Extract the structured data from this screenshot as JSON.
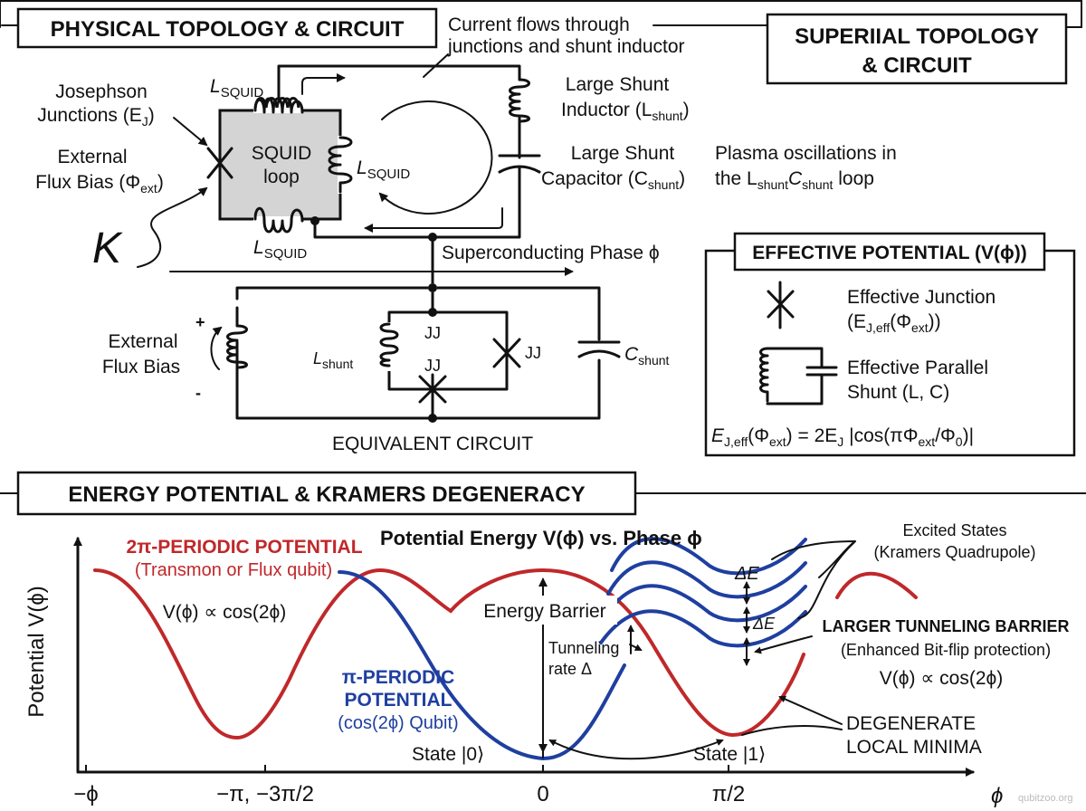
{
  "colors": {
    "red_curve": "#c0282a",
    "blue_curve": "#1f3fa0",
    "squid_fill": "#d4d4d4",
    "ink": "#111111"
  },
  "sections": {
    "physical": {
      "title": "PHYSICAL TOPOLOGY & CIRCUIT"
    },
    "superial": {
      "title_line1": "SUPERIIAL TOPOLOGY",
      "title_line2": "& CIRCUIT"
    },
    "effective": {
      "title": "EFFECTIVE POTENTIAL (V(ϕ))"
    },
    "energy": {
      "title": "ENERGY POTENTIAL & KRAMERS DEGENERACY"
    }
  },
  "physical": {
    "current_note_line1": "Current flows through",
    "current_note_line2": "junctions and shunt inductor",
    "jj_label_line1": "Josephson",
    "jj_label_line2": "Junctions (E",
    "jj_label_sub": "J",
    "jj_label_end": ")",
    "flux_label_line1": "External",
    "flux_label_line2": "Flux Bias (Φ",
    "flux_label_sub": "ext",
    "flux_label_end": ")",
    "squid_text_line1": "SQUID",
    "squid_text_line2": "loop",
    "l_squid": "L",
    "l_squid_sub": "SQUID",
    "shunt_inductor_line1": "Large Shunt",
    "shunt_inductor_line2": "Inductor (L",
    "shunt_inductor_sub": "shunt",
    "shunt_inductor_end": ")",
    "shunt_cap_line1": "Large Shunt",
    "shunt_cap_line2": "Capacitor (C",
    "shunt_cap_sub": "shunt",
    "shunt_cap_end": ")",
    "plasma_line1": "Plasma oscillations in",
    "plasma_line2_a": "the L",
    "plasma_line2_sub1": "shunt",
    "plasma_line2_b": "C",
    "plasma_line2_sub2": "shunt",
    "plasma_line2_c": " loop",
    "handwriting": "K",
    "phase_label": "Superconducting Phase ϕ"
  },
  "equivalent": {
    "title": "EQUIVALENT CIRCUIT",
    "flux_line1": "External",
    "flux_line2": "Flux Bias",
    "plus": "+",
    "minus": "-",
    "l_shunt": "L",
    "l_shunt_sub": "shunt",
    "c_shunt": "C",
    "c_shunt_sub": "shunt",
    "jj_top": "JJ",
    "jj_right": "JJ",
    "jj_bottom": "JJ"
  },
  "effective": {
    "junction_line1": "Effective Junction",
    "junction_line2": "(E",
    "junction_sub": "J,eff",
    "junction_end": "(Φ",
    "junction_sub2": "ext",
    "junction_end2": "))",
    "shunt_line1": "Effective Parallel",
    "shunt_line2": "Shunt (L, C)",
    "formula_a": "E",
    "formula_sub1": "J,eff",
    "formula_b": "(Φ",
    "formula_sub2": "ext",
    "formula_c": ") = 2E",
    "formula_sub3": "J",
    "formula_d": " |cos(πΦ",
    "formula_sub4": "ext",
    "formula_e": "/Φ",
    "formula_sub5": "0",
    "formula_f": ")|"
  },
  "chart_data": {
    "type": "line",
    "title": "Potential Energy V(ϕ) vs. Phase ϕ",
    "xlabel": "ϕ",
    "ylabel": "Potential V(ϕ)",
    "x_ticks": [
      "−ϕ",
      "−π, −3π/2",
      "0",
      "π/2"
    ],
    "series": [
      {
        "name": "2π-PERIODIC POTENTIAL",
        "subtitle": "(Transmon or Flux qubit)",
        "formula": "V(ϕ) ∝ cos(2ϕ)",
        "color": "#c0282a"
      },
      {
        "name": "π-PERIODIC POTENTIAL",
        "subtitle": "(cos(2ϕ) Qubit)",
        "color": "#1f3fa0"
      }
    ],
    "annotations": {
      "energy_barrier": "Energy Barrier",
      "tunneling_line1": "Tunneling",
      "tunneling_line2": "rate Δ",
      "delta_e": "ΔE",
      "excited_line1": "Excited States",
      "excited_line2": "(Kramers Quadrupole)",
      "larger_barrier": "LARGER TUNNELING BARRIER",
      "larger_barrier_sub": "(Enhanced Bit-flip protection)",
      "larger_barrier_formula": "V(ϕ) ∝ cos(2ϕ)",
      "degenerate_line1": "DEGENERATE",
      "degenerate_line2": "LOCAL MINIMA",
      "state0": "State |0⟩",
      "state1": "State |1⟩"
    },
    "excited_levels": 4
  },
  "watermark": "qubitzoo.org"
}
